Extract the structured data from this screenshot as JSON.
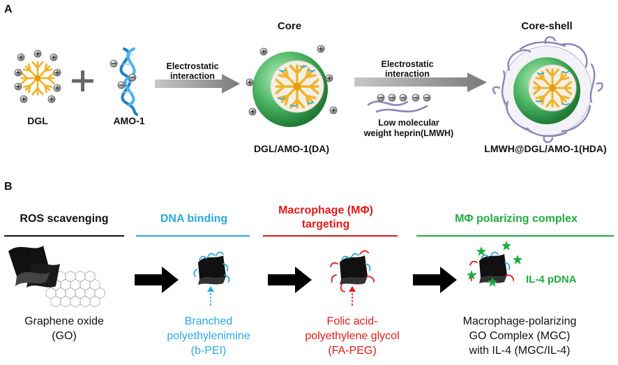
{
  "panel_a": {
    "label": "A",
    "dgl": "DGL",
    "amo": "AMO-1",
    "arrow1": [
      "Electrostatic",
      "interaction"
    ],
    "core_title": "Core",
    "da_label": "DGL/AMO-1(DA)",
    "arrow2": [
      "Electrostatic",
      "interaction"
    ],
    "lmwh_label": [
      "Low molecular",
      "weight heprin(LMWH)"
    ],
    "coreshell_title": "Core-shell",
    "hda_label": "LMWH@DGL/AMO-1(HDA)"
  },
  "panel_b": {
    "label": "B",
    "ros": "ROS scavenging",
    "dna": "DNA binding",
    "mphi": [
      "Macrophage (MΦ)",
      "targeting"
    ],
    "polar": "MΦ polarizing complex",
    "go": [
      "Graphene oxide",
      "(GO)"
    ],
    "bpei": [
      "Branched",
      "polyethylenimine",
      "(b-PEI)"
    ],
    "fapeg": [
      "Folic acid-",
      "polyethylene glycol",
      "(FA-PEG)"
    ],
    "mgc": [
      "Macrophage-polarizing",
      "GO Complex (MGC)",
      "with IL-4 (MGC/IL-4)"
    ],
    "il4": "IL-4 pDNA"
  },
  "colors": {
    "yellow": "#f0b428",
    "blue": "#2aa8e0",
    "red": "#e01818",
    "green": "#22aa44",
    "purple": "#8c84b8",
    "sphere": "#4fb866"
  }
}
